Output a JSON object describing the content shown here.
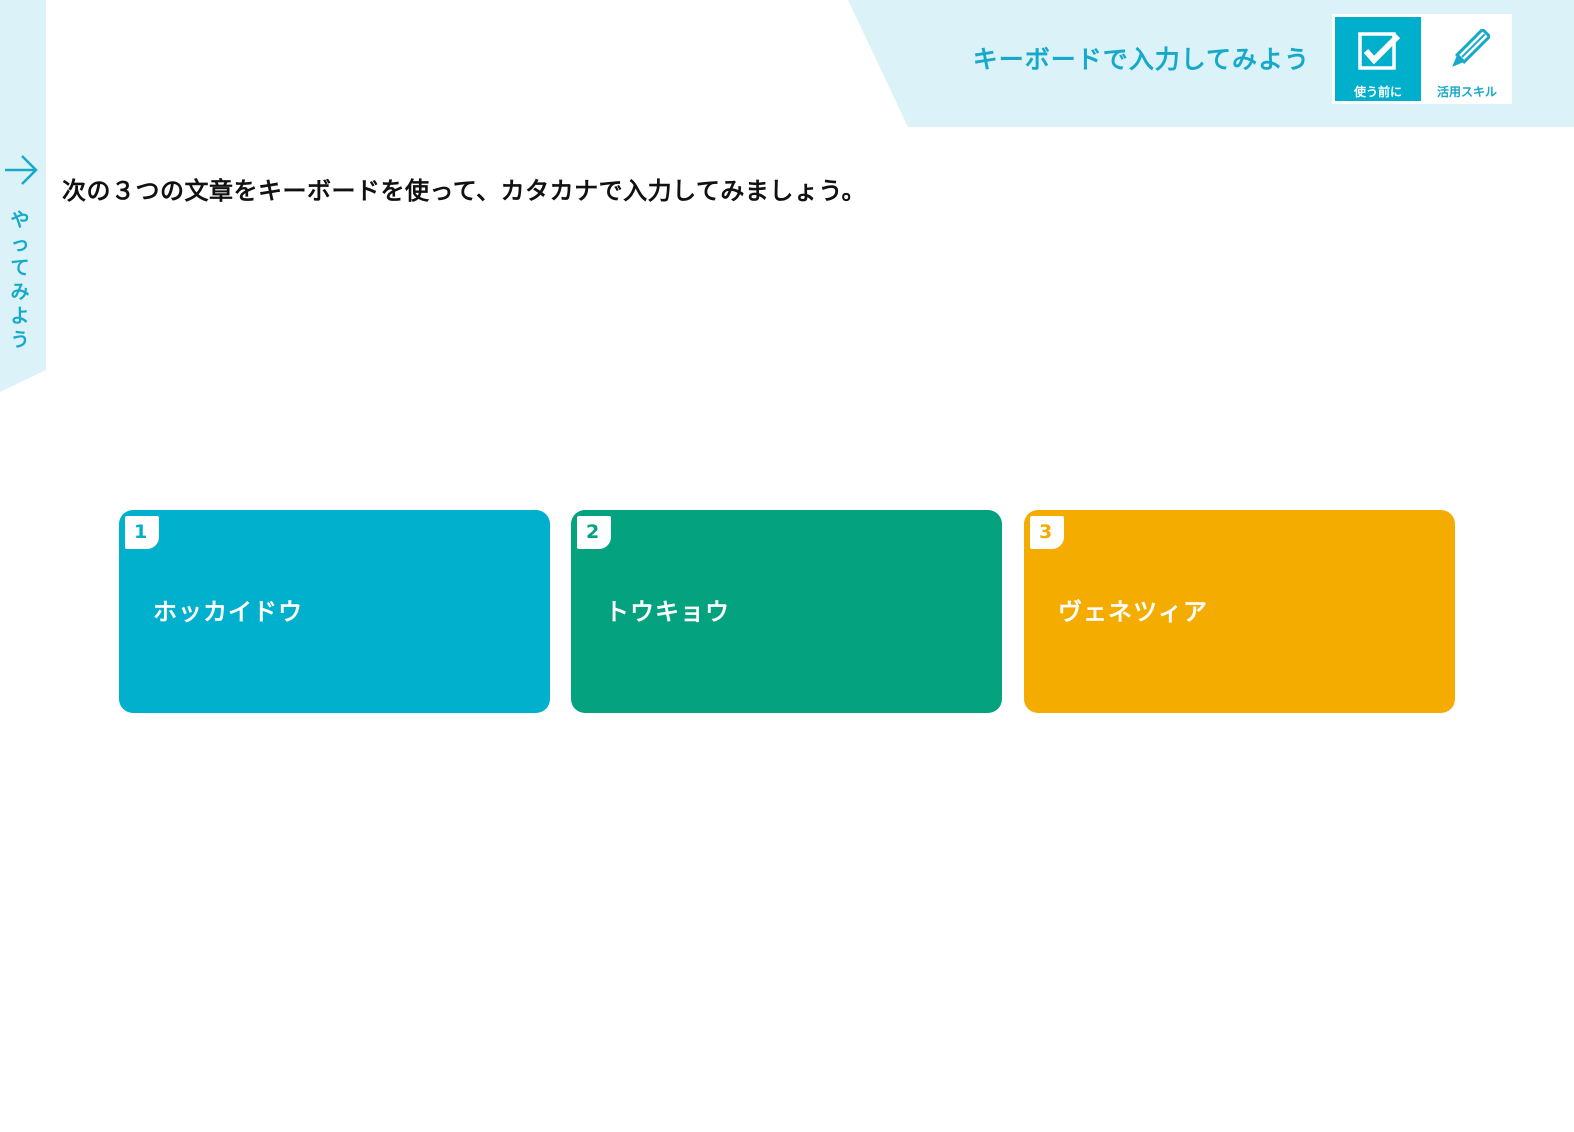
{
  "header": {
    "title": "キーボードで入力してみよう",
    "badges": [
      {
        "label": "使う前に",
        "icon": "checkbox-check-icon",
        "active": true
      },
      {
        "label": "活用スキル",
        "icon": "pencil-icon",
        "active": false
      }
    ],
    "band_color": "#dbf2f8"
  },
  "side_tab": {
    "label": "やってみよう",
    "icon": "arrow-right-icon"
  },
  "instruction": "次の３つの文章をキーボードを使って、カタカナで入力してみましょう。",
  "cards": [
    {
      "number": "1",
      "word": "ホッカイドウ",
      "color": "#00b0cc"
    },
    {
      "number": "2",
      "word": "トウキョウ",
      "color": "#05a27f"
    },
    {
      "number": "3",
      "word": "ヴェネツィア",
      "color": "#f5ac00"
    }
  ],
  "colors": {
    "accent": "#17a9c9",
    "band": "#dbf2f8",
    "text": "#111111"
  }
}
